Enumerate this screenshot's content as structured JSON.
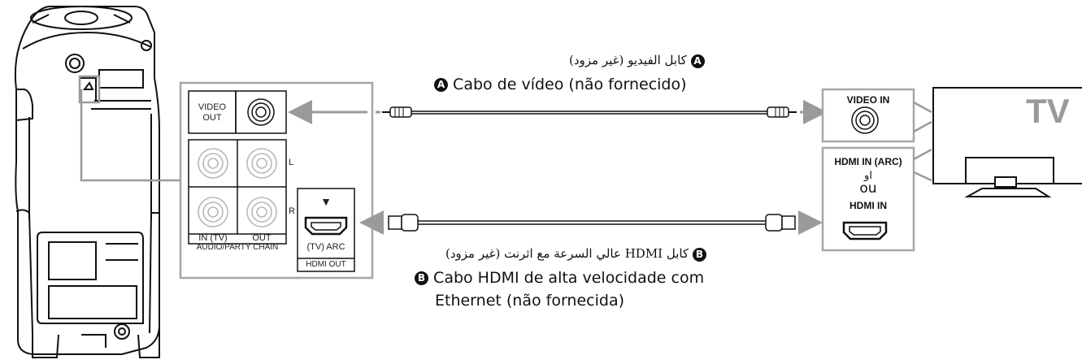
{
  "badges": {
    "a": "A",
    "b": "B"
  },
  "cable_a": {
    "arabic": "كابل الفيديو (غير مزود)",
    "portuguese": "Cabo de vídeo (não fornecido)"
  },
  "cable_b": {
    "arabic": "كابل HDMI عالي السرعة مع اثرنت (غير مزود)",
    "portuguese_line1": "Cabo HDMI de alta velocidade com",
    "portuguese_line2": "Ethernet (não fornecida)"
  },
  "speaker_panel": {
    "video_out_line1": "VIDEO",
    "video_out_line2": "OUT",
    "left_channel": "L",
    "right_channel": "R",
    "in_tv": "IN (TV)",
    "out": "OUT",
    "audio_party_chain": "AUDIO/PARTY CHAIN",
    "tv_arc": "(TV) ARC",
    "hdmi_out": "HDMI OUT",
    "hdmi_arrow": "▼"
  },
  "tv_panel": {
    "video_in": "VIDEO IN",
    "hdmi_in_arc": "HDMI IN (ARC)",
    "or_arabic": "او",
    "or_portuguese": "ou",
    "hdmi_in": "HDMI IN"
  },
  "tv_label": "TV"
}
